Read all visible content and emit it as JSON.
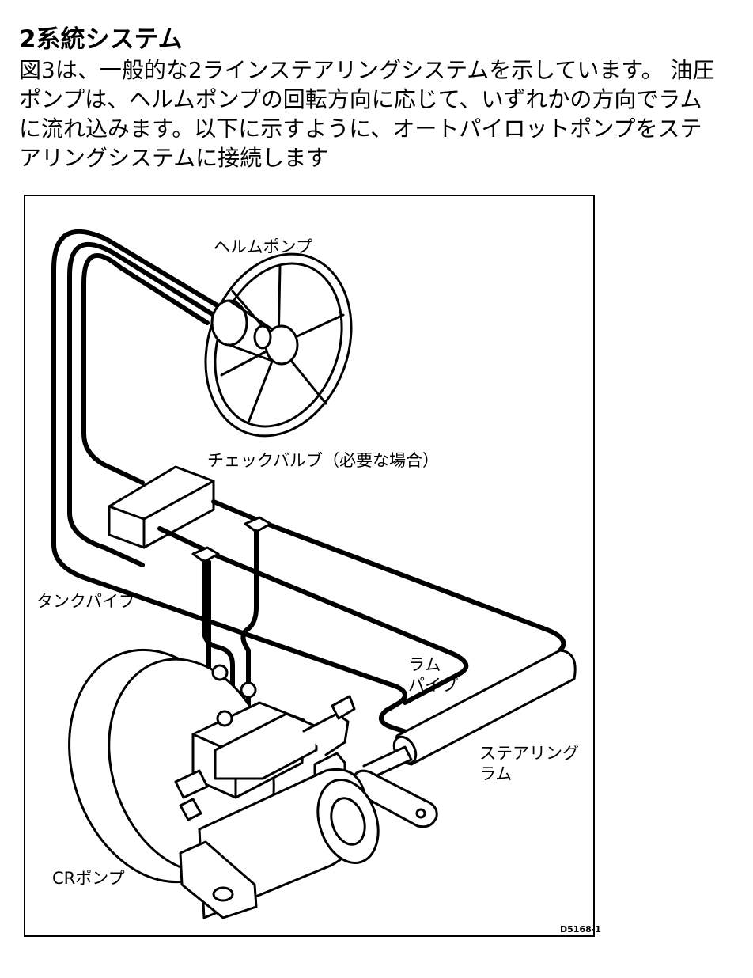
{
  "section": {
    "heading": "2系統システム",
    "paragraph_lines": [
      "図3は、一般的な2ラインステアリングシステムを示しています。 油圧",
      "ポンプは、ヘルムポンプの回転方向に応じて、いずれかの方向でラム",
      "に流れ込みます。以下に示すように、オートパイロットポンプをステ",
      "アリングシステムに接続します"
    ]
  },
  "figure": {
    "labels": {
      "helm_pump": "ヘルムポンプ",
      "check_valve": "チェックバルブ（必要な場合）",
      "tank_pipe": "タンクパイプ",
      "ram_pipe_line1": "ラム",
      "ram_pipe_line2": "パイプ",
      "steering_ram_line1": "ステアリング",
      "steering_ram_line2": "ラム",
      "cr_pump": "CRポンプ"
    },
    "reference": "D5168-1",
    "colors": {
      "line": "#000000",
      "background": "#ffffff"
    }
  }
}
